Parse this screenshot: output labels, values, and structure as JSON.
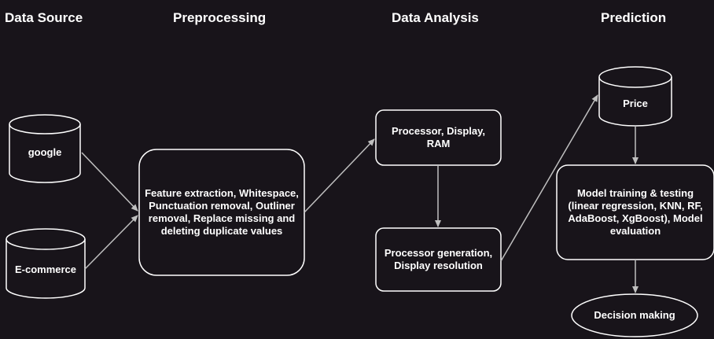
{
  "headings": {
    "data_source": "Data Source",
    "preprocessing": "Preprocessing",
    "data_analysis": "Data Analysis",
    "prediction": "Prediction"
  },
  "nodes": {
    "google": "google",
    "ecommerce": "E-commerce",
    "preprocessing_steps": "Feature extraction, Whitespace, Punctuation removal, Outliner removal, Replace missing and deleting duplicate values",
    "features": "Processor, Display, RAM",
    "feature_generation": "Processor generation, Display resolution",
    "price": "Price",
    "model": "Model training & testing (linear regression, KNN, RF, AdaBoost, XgBoost), Model evaluation",
    "decision": "Decision making"
  },
  "colors": {
    "background": "#18141a",
    "stroke": "#ffffff",
    "arrow": "#bfbfbf"
  }
}
